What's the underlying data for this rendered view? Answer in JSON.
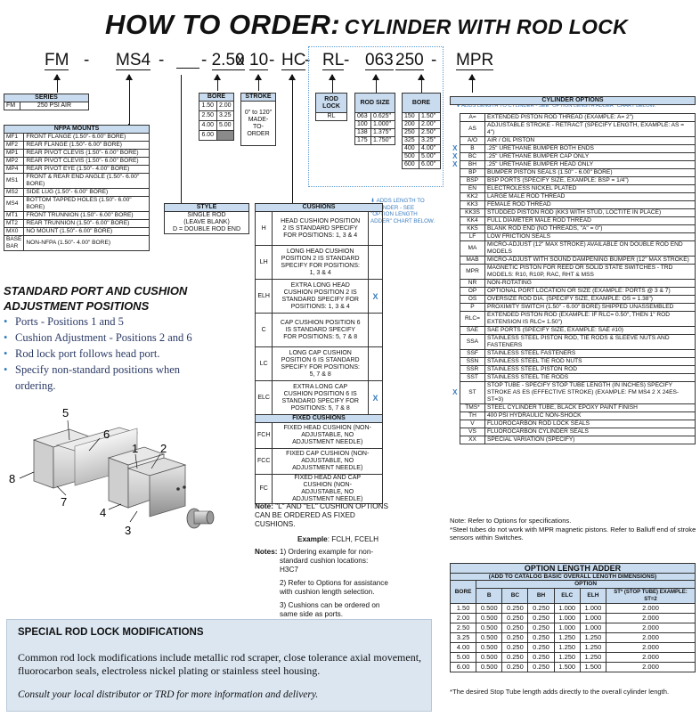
{
  "title": {
    "part1": "HOW TO ORDER:",
    "part2": "CYLINDER WITH ROD LOCK"
  },
  "order_code": {
    "fm": "FM",
    "dash1": "-",
    "ms4": "MS4",
    "dash2": "-",
    "blank": "    ",
    "bore": "2.50",
    "x": "x",
    "stroke": "10",
    "dash3": "-",
    "hc": "HC",
    "dash4": "-",
    "rl": "RL",
    "dash5": "-",
    "rod": "063",
    "rodbore": "250",
    "dash6": "-",
    "mpr": "MPR"
  },
  "series": {
    "header": "SERIES",
    "code": "FM",
    "desc": "250 PSI AIR"
  },
  "nfpa": {
    "header": "NFPA MOUNTS",
    "rows": [
      [
        "MF1",
        "FRONT FLANGE (1.50\"- 6.00\" BORE)"
      ],
      [
        "MF2",
        "REAR FLANGE (1.50\"- 6.00\" BORE)"
      ],
      [
        "MP1",
        "REAR PIVOT CLEVIS (1.50\"- 6.00\" BORE)"
      ],
      [
        "MP2",
        "REAR PIVOT CLEVIS (1.50\"- 6.00\" BORE)"
      ],
      [
        "MP4",
        "REAR PIVOT EYE (1.50\"- 4.00\" BORE)"
      ],
      [
        "MS1",
        "FRONT & REAR END ANGLE (1.50\"- 6.00\" BORE)"
      ],
      [
        "MS2",
        "SIDE LUG (1.50\"- 6.00\" BORE)"
      ],
      [
        "MS4",
        "BOTTOM TAPPED HOLES (1.50\"- 6.00\" BORE)"
      ],
      [
        "MT1",
        "FRONT TRUNNION (1.50\"- 6.00\" BORE)"
      ],
      [
        "MT2",
        "REAR TRUNNION (1.50\"- 6.00\" BORE)"
      ],
      [
        "MX0",
        "NO MOUNT (1.50\"- 6.00\" BORE)"
      ],
      [
        "BASE BAR",
        "NON-NFPA (1.50\"- 4.00\" BORE)"
      ]
    ]
  },
  "bore_tbl": {
    "header": "BORE",
    "rows": [
      [
        "1.50",
        "2.00"
      ],
      [
        "2.50",
        "3.25"
      ],
      [
        "4.00",
        "5.00"
      ],
      [
        "6.00",
        ""
      ]
    ]
  },
  "stroke_tbl": {
    "header": "STROKE",
    "text": "0\" to 120\" MADE-TO-ORDER"
  },
  "style_tbl": {
    "header": "STYLE",
    "line1": "SINGLE ROD",
    "line2": "(LEAVE BLANK)",
    "line3": "D = DOUBLE ROD END"
  },
  "rodlock": {
    "header": "ROD LOCK",
    "value": "RL"
  },
  "rodsize": {
    "header": "ROD SIZE",
    "rows": [
      [
        "063",
        "0.625\""
      ],
      [
        "100",
        "1.000\""
      ],
      [
        "138",
        "1.375\""
      ],
      [
        "175",
        "1.750\""
      ]
    ]
  },
  "bore2": {
    "header": "BORE",
    "rows": [
      [
        "150",
        "1.50\""
      ],
      [
        "200",
        "2.00\""
      ],
      [
        "250",
        "2.50\""
      ],
      [
        "325",
        "3.25\""
      ],
      [
        "400",
        "4.00\""
      ],
      [
        "500",
        "5.00\""
      ],
      [
        "600",
        "6.00\""
      ]
    ]
  },
  "cushion_note": "ADDS LENGTH TO CYLINDER - SEE \"OPTION LENGTH ADDER\" CHART BELOW.",
  "cushions": {
    "header": "CUSHIONS",
    "rows": [
      {
        "code": "H",
        "desc": "HEAD CUSHION POSITION 2 IS STANDARD SPECIFY FOR POSITIONS: 1, 3 & 4",
        "x": ""
      },
      {
        "code": "LH",
        "desc": "LONG HEAD CUSHION POSITION 2 IS STANDARD SPECIFY FOR POSITIONS: 1, 3 & 4",
        "x": ""
      },
      {
        "code": "ELH",
        "desc": "EXTRA LONG HEAD CUSHION POSITION 2 IS STANDARD SPECIFY FOR POSITIONS: 1, 3 & 4",
        "x": "X"
      },
      {
        "code": "C",
        "desc": "CAP CUSHION POSITION 6 IS STANDARD SPECIFY FOR POSITIONS: 5, 7 & 8",
        "x": ""
      },
      {
        "code": "LC",
        "desc": "LONG CAP CUSHION POSITION 6 IS STANDARD SPECIFY FOR POSITIONS: 5, 7 & 8",
        "x": ""
      },
      {
        "code": "ELC",
        "desc": "EXTRA LONG CAP CUSHION POSITION 6 IS STANDARD SPECIFY FOR POSITIONS: 5, 7 & 8",
        "x": "X"
      }
    ]
  },
  "fixed": {
    "header": "FIXED CUSHIONS",
    "rows": [
      [
        "FCH",
        "FIXED HEAD CUSHION (NON-ADJUSTABLE, NO ADJUSTMENT NEEDLE)"
      ],
      [
        "FCC",
        "FIXED CAP CUSHION (NON-ADJUSTABLE, NO ADJUSTMENT NEEDLE)"
      ],
      [
        "FC",
        "FIXED HEAD AND CAP CUSHION (NON-ADJUSTABLE, NO ADJUSTMENT NEEDLE)"
      ]
    ]
  },
  "cushion_notes": {
    "note_label": "Note:",
    "note": "\"L\" AND \"EL\" CUSHION OPTIONS CAN BE ORDERED AS FIXED CUSHIONS.",
    "example_label": "Example",
    "example": ": FCLH, FCELH",
    "notes_label": "Notes:",
    "n1": "1) Ordering example for non-standard cushion locations: H3C7",
    "n2": "2) Refer to Options for assistance with cushion length selection.",
    "n3": "3) Cushions can be ordered on same side as ports."
  },
  "port_section": {
    "title1": "STANDARD PORT AND CUSHION",
    "title2": "ADJUSTMENT POSITIONS",
    "bullets": [
      "Ports - Positions 1 and 5",
      "Cushion Adjustment - Positions 2 and 6",
      "Rod lock port follows head port.",
      "Specify non-standard positions when ordering."
    ]
  },
  "positions": {
    "p1": "1",
    "p2": "2",
    "p3": "3",
    "p4": "4",
    "p5": "5",
    "p6": "6",
    "p7": "7",
    "p8": "8"
  },
  "options_note": "ADDS LENGTH TO CYLINDER - SEE \"OPTION LENGTH ADDER\" CHART BELOW.",
  "options": {
    "header": "CYLINDER OPTIONS",
    "rows": [
      {
        "x": "",
        "code": "A=",
        "desc": "EXTENDED PISTON ROD THREAD (EXAMPLE: A= 2\")"
      },
      {
        "x": "",
        "code": "AS",
        "desc": "ADJUSTABLE STROKE - RETRACT (SPECIFY LENGTH, EXAMPLE: AS = 4\")"
      },
      {
        "x": "",
        "code": "A/O",
        "desc": "AIR / OIL PISTON"
      },
      {
        "x": "X",
        "code": "B",
        "desc": ".25\" URETHANE BUMPER BOTH ENDS"
      },
      {
        "x": "X",
        "code": "BC",
        "desc": ".25\" URETHANE BUMPER CAP ONLY"
      },
      {
        "x": "X",
        "code": "BH",
        "desc": ".25\" URETHANE BUMPER HEAD ONLY"
      },
      {
        "x": "",
        "code": "BP",
        "desc": "BUMPER PISTON SEALS (1.50\" - 6.00\" BORE)"
      },
      {
        "x": "",
        "code": "BSP",
        "desc": "BSP PORTS (SPECIFY SIZE, EXAMPLE: BSP = 1/4\")"
      },
      {
        "x": "",
        "code": "EN",
        "desc": "ELECTROLESS NICKEL PLATED"
      },
      {
        "x": "",
        "code": "KK2",
        "desc": "LARGE MALE ROD THREAD"
      },
      {
        "x": "",
        "code": "KK3",
        "desc": "FEMALE ROD THREAD"
      },
      {
        "x": "",
        "code": "KK3S",
        "desc": "STUDDED PISTON ROD (KK3 WITH STUD, LOCTITE IN PLACE)"
      },
      {
        "x": "",
        "code": "KK4",
        "desc": "FULL DIAMETER MALE ROD THREAD"
      },
      {
        "x": "",
        "code": "KK5",
        "desc": "BLANK ROD END (NO THREADS, \"A\" = 0\")"
      },
      {
        "x": "",
        "code": "LF",
        "desc": "LOW FRICTION SEALS"
      },
      {
        "x": "",
        "code": "MA",
        "desc": "MICRO-ADJUST (12\" MAX STROKE) AVAILABLE ON DOUBLE ROD END MODELS"
      },
      {
        "x": "",
        "code": "MAB",
        "desc": "MICRO-ADJUST WITH SOUND DAMPENING BUMPER (12\" MAX STROKE)"
      },
      {
        "x": "",
        "code": "MPR",
        "desc": "MAGNETIC PISTON FOR REED OR SOLID STATE SWITCHES - TRD MODELS: R10, R10P, RAC, RHT & MSS"
      },
      {
        "x": "",
        "code": "NR",
        "desc": "NON-ROTATING"
      },
      {
        "x": "",
        "code": "OP",
        "desc": "OPTIONAL PORT LOCATION OR SIZE (EXAMPLE: PORTS @ 3 & 7)"
      },
      {
        "x": "",
        "code": "OS",
        "desc": "OVERSIZE ROD DIA. (SPECIFY SIZE, EXAMPLE: OS = 1.38\")"
      },
      {
        "x": "",
        "code": "P",
        "desc": "PROXIMITY SWITCH (1.50\" - 6.00\" BORE) SHIPPED UNASSEMBLED"
      },
      {
        "x": "",
        "code": "RLC=",
        "desc": "EXTENDED PISTON ROD (EXAMPLE: IF RLC= 0.50\", THEN 1\" ROD EXTENSION IS RLC= 1.50\")"
      },
      {
        "x": "",
        "code": "SAE",
        "desc": "SAE PORTS (SPECIFY SIZE, EXAMPLE: SAE #10)"
      },
      {
        "x": "",
        "code": "SSA",
        "desc": "STAINLESS STEEL PISTON ROD, TIE RODS & SLEEVE NUTS AND FASTENERS"
      },
      {
        "x": "",
        "code": "SSF",
        "desc": "STAINLESS STEEL FASTENERS"
      },
      {
        "x": "",
        "code": "SSN",
        "desc": "STAINLESS STEEL TIE ROD NUTS"
      },
      {
        "x": "",
        "code": "SSR",
        "desc": "STAINLESS STEEL PISTON ROD"
      },
      {
        "x": "",
        "code": "SST",
        "desc": "STAINLESS STEEL TIE RODS"
      },
      {
        "x": "X",
        "code": "ST",
        "desc": "STOP TUBE - SPECIFY STOP TUBE LENGTH (IN INCHES) SPECIFY STROKE AS ES (EFFECTIVE STROKE) (EXAMPLE: FM MS4 2 X 24ES-ST=3)"
      },
      {
        "x": "",
        "code": "TMS*",
        "desc": "STEEL CYLINDER TUBE, BLACK EPOXY PAINT FINISH"
      },
      {
        "x": "",
        "code": "TH",
        "desc": "400 PSI HYDRAULIC NON-SHOCK"
      },
      {
        "x": "",
        "code": "V",
        "desc": "FLUOROCARBON ROD LOCK SEALS"
      },
      {
        "x": "",
        "code": "VS",
        "desc": "FLUOROCARBON CYLINDER SEALS"
      },
      {
        "x": "",
        "code": "XX",
        "desc": "SPECIAL VARIATION (SPECIFY)"
      }
    ]
  },
  "options_footer": {
    "n1": "Note: Refer to Options for specifications.",
    "n2": "*Steel tubes do not work with MPR magnetic pistons. Refer to Balluff end of stroke sensors within Switches."
  },
  "adder": {
    "title": "OPTION LENGTH ADDER",
    "subtitle": "(ADD TO CATALOG BASIC OVERALL LENGTH DIMENSIONS)",
    "option": "OPTION",
    "cols": [
      "BORE",
      "B",
      "BC",
      "BH",
      "ELC",
      "ELH",
      "ST* (STOP TUBE) EXAMPLE: ST=2"
    ],
    "rows": [
      [
        "1.50",
        "0.500",
        "0.250",
        "0.250",
        "1.000",
        "1.000",
        "2.000"
      ],
      [
        "2.00",
        "0.500",
        "0.250",
        "0.250",
        "1.000",
        "1.000",
        "2.000"
      ],
      [
        "2.50",
        "0.500",
        "0.250",
        "0.250",
        "1.000",
        "1.000",
        "2.000"
      ],
      [
        "3.25",
        "0.500",
        "0.250",
        "0.250",
        "1.250",
        "1.250",
        "2.000"
      ],
      [
        "4.00",
        "0.500",
        "0.250",
        "0.250",
        "1.250",
        "1.250",
        "2.000"
      ],
      [
        "5.00",
        "0.500",
        "0.250",
        "0.250",
        "1.250",
        "1.250",
        "2.000"
      ],
      [
        "6.00",
        "0.500",
        "0.250",
        "0.250",
        "1.500",
        "1.500",
        "2.000"
      ]
    ],
    "footer": "*The desired Stop Tube length adds directly to the overall cylinder length."
  },
  "special": {
    "title": "SPECIAL ROD LOCK MODIFICATIONS",
    "p1": "Common rod lock modifications include metallic rod scraper, close tolerance axial movement, fluorocarbon seals, electroless nickel plating or stainless steel housing.",
    "p2": "Consult your local distributor or TRD for more information and delivery."
  }
}
